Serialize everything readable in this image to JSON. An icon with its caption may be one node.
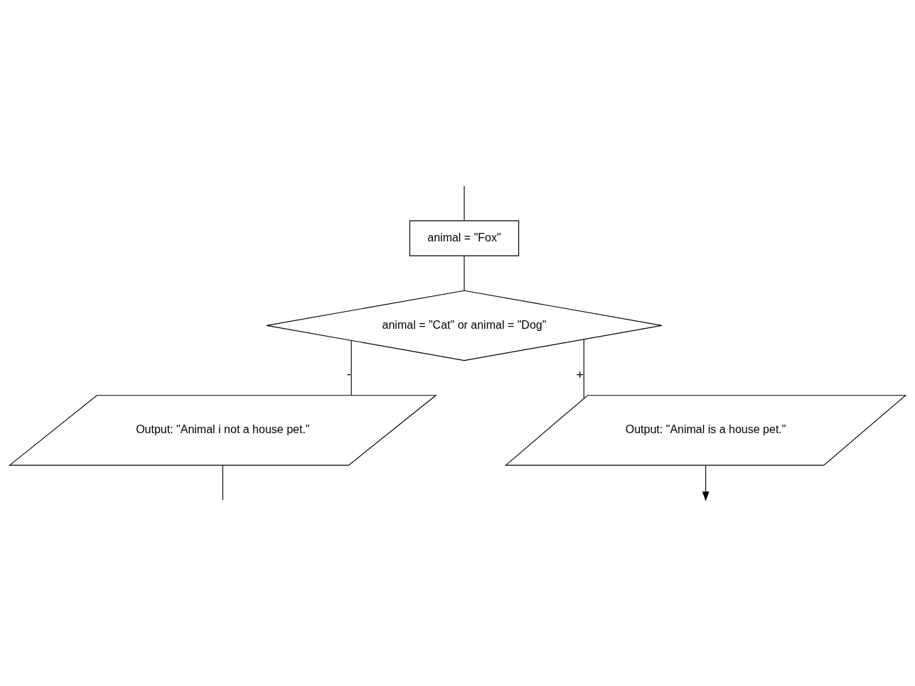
{
  "diagram": {
    "nodes": [
      {
        "text": [
          "animal = \"Fox\""
        ]
      },
      {
        "text": [
          "animal = \"Cat\" or animal = \"Dog\""
        ]
      },
      {
        "text": [
          "Output: \"Animal i not a house pet.\""
        ]
      },
      {
        "text": [
          "Output: \"Animal is a house pet.\""
        ]
      }
    ],
    "edges": [
      {
        "from": null,
        "to": 0,
        "arrow": "none"
      },
      {
        "from": 0,
        "to": 1,
        "arrow": "none"
      },
      {
        "from": 1,
        "to": 2,
        "arrow": "none",
        "label": "-"
      },
      {
        "from": 1,
        "to": 3,
        "arrow": "none",
        "label": "+"
      },
      {
        "from": 2,
        "to": null,
        "arrow": "none"
      },
      {
        "from": 3,
        "to": null,
        "arrow": "to"
      }
    ]
  }
}
